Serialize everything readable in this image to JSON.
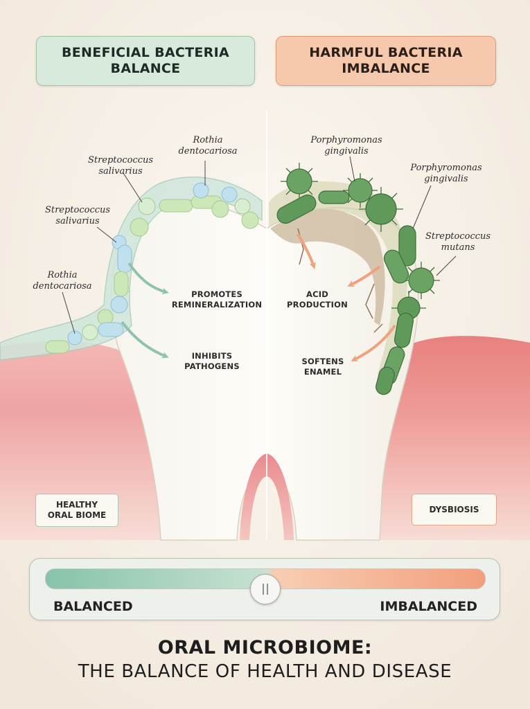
{
  "headers": {
    "left": "BENEFICIAL BACTERIA BALANCE",
    "right": "HARMFUL BACTERIA IMBALANCE"
  },
  "left_side": {
    "species": [
      {
        "line1": "Rothia",
        "line2": "dentocariosa"
      },
      {
        "line1": "Streptococcus",
        "line2": "salivarius"
      },
      {
        "line1": "Streptococcus",
        "line2": "salivarius"
      },
      {
        "line1": "Rothia",
        "line2": "dentocariosa"
      }
    ],
    "effects": [
      {
        "line1": "PROMOTES",
        "line2": "REMINERALIZATION"
      },
      {
        "line1": "INHIBITS",
        "line2": "PATHOGENS"
      }
    ],
    "tag": {
      "line1": "HEALTHY",
      "line2": "ORAL BIOME"
    }
  },
  "right_side": {
    "species": [
      {
        "line1": "Porphyromonas",
        "line2": "gingivalis"
      },
      {
        "line1": "Porphyromonas",
        "line2": "gingivalis"
      },
      {
        "line1": "Streptococcus",
        "line2": "mutans"
      }
    ],
    "effects": [
      {
        "line1": "ACID",
        "line2": "PRODUCTION"
      },
      {
        "line1": "SOFTENS",
        "line2": "ENAMEL"
      }
    ],
    "tag": "DYSBIOSIS"
  },
  "balance_slider": {
    "left_label": "BALANCED",
    "right_label": "IMBALANCED",
    "position": 0.5
  },
  "title": {
    "line1": "ORAL MICROBIOME:",
    "line2": "THE BALANCE OF HEALTH AND DISEASE"
  },
  "colors": {
    "beneficial": "#d7eadb",
    "harmful": "#f6c8ac",
    "gum": "#e88a8f",
    "harmful_bacteria": "#5f9a5a"
  }
}
